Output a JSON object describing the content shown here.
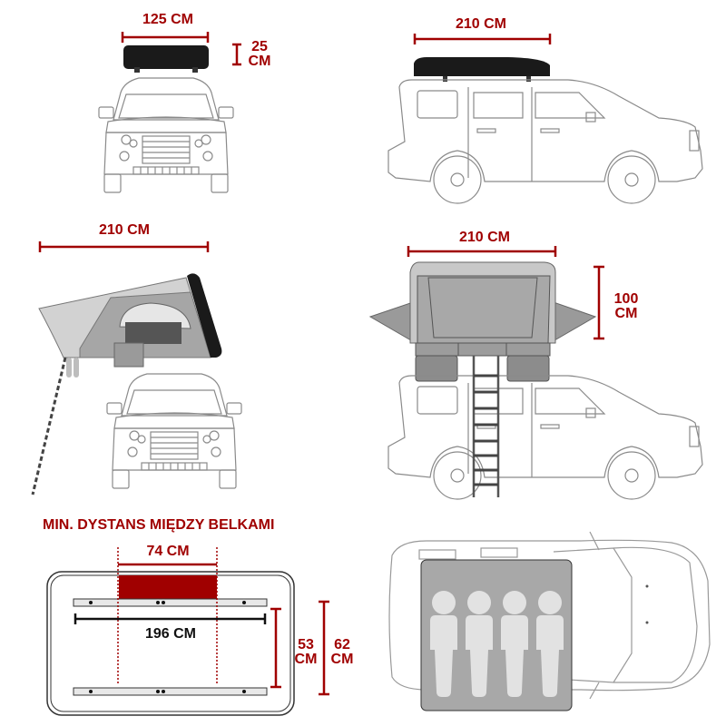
{
  "colors": {
    "accent_red": "#a00000",
    "tent_shell_black": "#1a1a1a",
    "tent_fabric_light": "#c8c8c8",
    "tent_fabric_mid": "#a8a8a8",
    "tent_fabric_dark": "#8c8c8c",
    "person_silhouette": "#e2e2e2",
    "car_outline": "#888888"
  },
  "panels": {
    "front_closed": {
      "width_label": "125 CM",
      "height_label_line1": "25",
      "height_label_line2": "CM"
    },
    "side_closed": {
      "length_label": "210 CM"
    },
    "front_open": {
      "length_label": "210 CM"
    },
    "side_open": {
      "length_label": "210 CM",
      "height_label_line1": "100",
      "height_label_line2": "CM"
    },
    "bars": {
      "title": "MIN. DYSTANS MIĘDZY BELKAMI",
      "min_distance_label": "74 CM",
      "bar_length_label": "196 CM",
      "inner_distance_line1": "53",
      "inner_distance_line2": "CM",
      "outer_distance_line1": "62",
      "outer_distance_line2": "CM"
    },
    "top_view": {
      "people_count": 4,
      "icon": "person-icon"
    }
  }
}
